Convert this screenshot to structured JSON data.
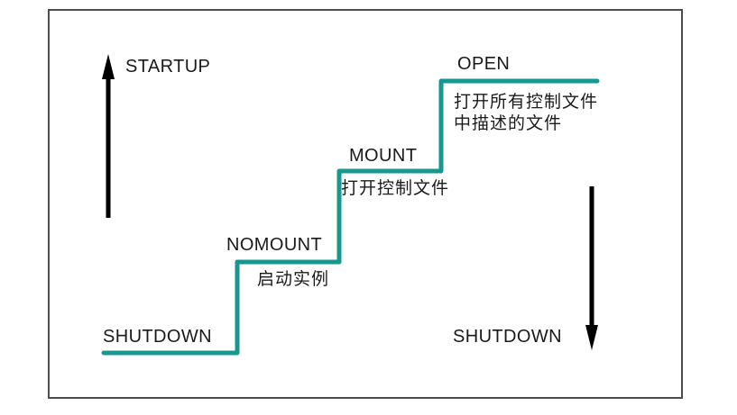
{
  "colors": {
    "stair_line": "#16988F",
    "arrow": "#000000",
    "text": "#1A1A1A",
    "border": "#4D4D4D",
    "background": "#FFFFFF"
  },
  "arrows": {
    "up_label": "STARTUP",
    "down_label": "SHUTDOWN"
  },
  "stages": [
    {
      "label": "SHUTDOWN",
      "annotation": ""
    },
    {
      "label": "NOMOUNT",
      "annotation": "启动实例"
    },
    {
      "label": "MOUNT",
      "annotation": "打开控制文件"
    },
    {
      "label": "OPEN",
      "annotation": "打开所有控制文件\n中描述的文件"
    }
  ]
}
